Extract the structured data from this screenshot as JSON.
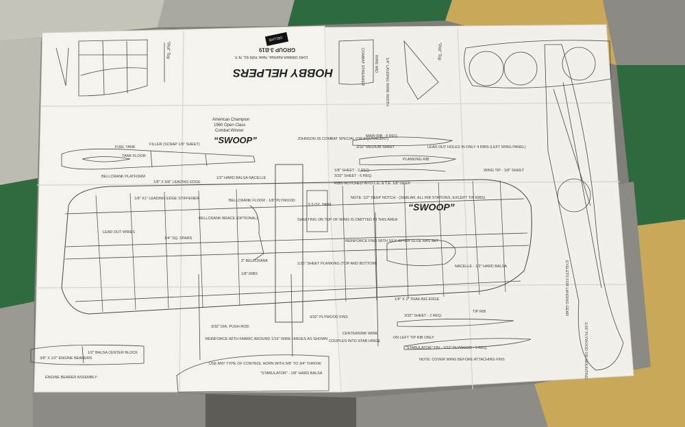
{
  "colors": {
    "paper": "#f4f3ee",
    "ink": "#3a3a3a",
    "floor_green": "#2f6a3e",
    "floor_cream": "#c9c7bd",
    "floor_yellow": "#c9a85a",
    "floor_grey": "#8e8d87"
  },
  "header": {
    "company": "HOBBY HELPERS",
    "address": "1543 Stillwell Avenue, New York 61, N.Y.",
    "group": "GROUP 3-B19",
    "stamp": "DELUXE"
  },
  "title_block": {
    "line1": "American Champion",
    "line2": "1960 Open Class",
    "line3": "Combat Winner",
    "name": "“SWOOP”"
  },
  "wing_title": "“SWOOP”",
  "plate_labels": {
    "left": "\"Plot\" Top",
    "right": "\"Plot\" Top"
  },
  "labels": {
    "fuel_tank": "FUEL TANK",
    "filler": "FILLER (SCRAP 1/8\" SHEET)",
    "tank_floor": "TANK FLOOR",
    "bellcrank_platform": "BELLCRANK PLATFORM",
    "le_sheet": "1/8\" X 5/8\" LEADING EDGE",
    "hard_balsa_nacelle": "1/2\" HARD BALSA NACELLE",
    "johnson": "JOHNSON 35 COMBAT SPECIAL (OR EQUIVALENT)",
    "le_stiffener": "1/8\" X1\" LEADING EDGE STIFFENER",
    "bellcrank_floor": "BELLCRANK FLOOR - 1/8\" PLYWOOD",
    "bellcrank_brace": "BELLCRANK BRACE (OPTIONAL)",
    "lead_out_wires": "LEAD OUT WIRES",
    "sq_spars": "1/4\" SQ. SPARS",
    "three_bellcrank": "3\" BELLCRANK",
    "ribs": "1/8\" RIBS",
    "tank": "5.5 OZ. TANK",
    "sheeting_note": "SHEETING ON TOP OF WING IS OMITTED IN THIS AREA",
    "sheet_planking": "1/16\" SHEET PLANKING (TOP AND BOTTOM)",
    "main_rib": "MAIN RIB - 6 REQ.",
    "medium_sheet": "3/32\" MEDIUM SHEET",
    "lead_out_holes": "LEAD OUT HOLES IN ONLY 4 RIBS (LEFT WING PANEL)",
    "planking_rib": "PLANKING RIB",
    "sheet_2req": "1/8\" SHEET - 2 REQ.",
    "sheet_6req": "3/32\" SHEET - 6 REQ.",
    "ribs_notched": "RIBS NOTCHED INTO L.E. & T.E. 1/8\" DEEP",
    "wing_tip": "WING TIP - 1/8\" SHEET",
    "deep_notch": "NOTE: 1/2\" DEEP NOTCH - (SIMILAR, ALL RIB STATIONS, EXCEPT TIP RIBS)",
    "reinforce_fins": "REINFORCE FINS WITH SILK AFTER GLUE HAS SET",
    "nacelle": "NACELLE - 1/2\" HARD BALSA",
    "trailing_edge": "1/4\" X 1\" TRAILING EDGE",
    "push_rod": "3/32\" DIA. PUSH ROD",
    "plywood_fins": "3/32\" PLYWOOD FINS",
    "reinforce_fabric": "REINFORCE WITH FABRIC AROUND 1/16\" WIRE HINGES AS SHOWN",
    "couple_hinge": "COUPLES INTO STAB HINGE",
    "center_wire": "CENTERSINK WIRE",
    "control_horn": "USE ANY TYPE OF CONTROL HORN WITH 5/8\" TO 3/4\" THROW",
    "stabulator": "\"STABULATOR\" - 1/8\" HARD BALSA",
    "sheet_2req_b": "3/32\" SHEET - 2 REQ.",
    "tip_rib": "TIP RIB",
    "left_tip_rib": "ON LEFT TIP RIB ONLY",
    "stab_fin": "\"STABULATOR\" FIN - 3/32\" PLYWOOD - 3 REQ.",
    "cover_note": "NOTE: COVER WING BEFORE ATTACHING FINS",
    "engine_bearers": "3/8\" X 1/2\" ENGINE BEARERS",
    "center_block": "1/2\" BALSA CENTER BLOCK",
    "engine_assembly": "ENGINE BEARER ASSEMBLY",
    "eyelets": "EYELETS FOR LANDING GEAR",
    "mounting": "1/16\" PLYWOOD OR MOUNTING",
    "combat_streamer": "COMBAT STREAMER",
    "wire_mid": "WIRE MID",
    "wing_tip_plate": "1/4\" LANDING WIRE WIDTH"
  }
}
